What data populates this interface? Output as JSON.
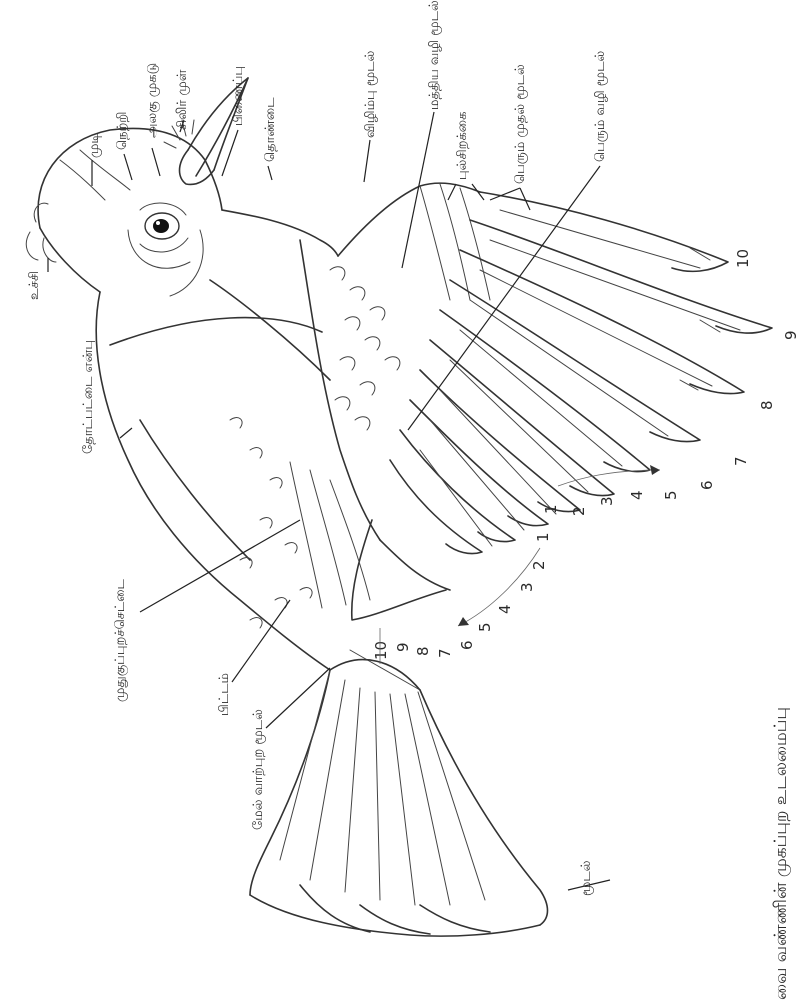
{
  "labels": {
    "uchi": "உச்சி",
    "mudi": "முடி",
    "netri": "நெற்றி",
    "alagu_mugadu": "அலகு முகடு",
    "silir_mul": "சிலிர் முள்",
    "pinaippu": "பிணைப்பு",
    "thondai": "தொண்டை",
    "vilimbu_moodal": "விழிம்பு மூடல்",
    "maththiya_vazhi_moodal": "மத்திய வழி மூடல்",
    "pulsirakkai": "புல்சிறக்கை",
    "perum_mudhal_moodal": "பெரும் முதல் மூடல்",
    "perum_vazhi_moodal": "பெரும் வழி மூடல்",
    "thoppattai_enbu": "தோட்பட்டை என்பு",
    "mudhugu_puram": "முதுகுப்புறச்செட்டை",
    "pittam": "பிட்டம்",
    "mel_vaal": "மேல் வாற்புற மூடல்",
    "moodal": "மூடல்"
  },
  "primaries": [
    "10",
    "9",
    "8",
    "7",
    "6",
    "5",
    "4",
    "3",
    "2",
    "1"
  ],
  "secondaries": [
    "1",
    "2",
    "3",
    "4",
    "5",
    "6",
    "7",
    "8",
    "9",
    "10"
  ],
  "caption": "வை வண்ணின் முகப்புற உடலமைப்பு"
}
